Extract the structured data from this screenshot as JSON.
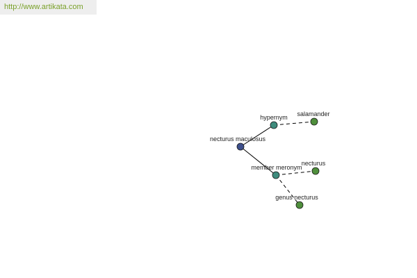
{
  "banner": {
    "url": "http://www.artikata.com"
  },
  "colors": {
    "center_node": "#3d4f8c",
    "relation_node": "#3f8c7d",
    "leaf_node": "#4f8f3c",
    "node_stroke": "#1a1a1a",
    "edge": "#000000",
    "banner_text": "#7aa12a",
    "banner_bg": "#eeeeee"
  },
  "graph": {
    "center": {
      "id": "center",
      "label": "necturus maculosus"
    },
    "relations": [
      {
        "id": "hypernym",
        "label": "hypernym",
        "targets": [
          {
            "id": "salamander",
            "label": "salamander"
          }
        ]
      },
      {
        "id": "member-meronym",
        "label": "member meronym",
        "targets": [
          {
            "id": "necturus",
            "label": "necturus"
          },
          {
            "id": "genus-necturus",
            "label": "genus necturus"
          }
        ]
      }
    ]
  }
}
